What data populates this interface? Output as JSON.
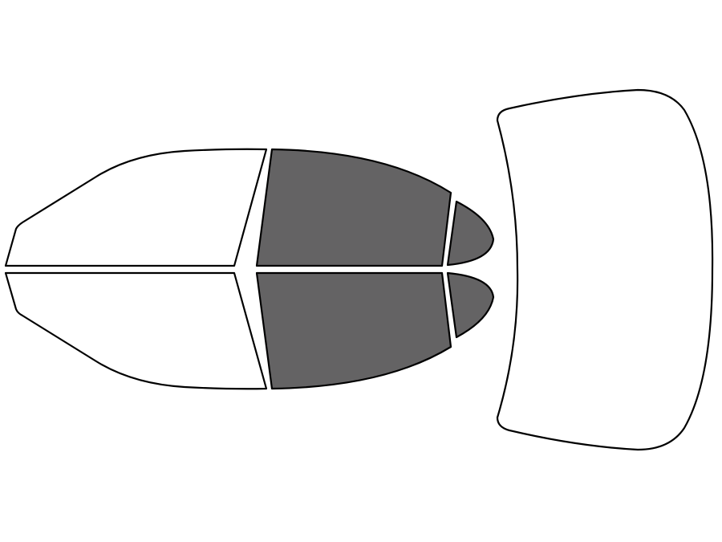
{
  "colors": {
    "background": "#ffffff",
    "outline": "#000000",
    "clear": "#ffffff",
    "tinted": "#646364"
  },
  "windows": [
    {
      "id": "front-windshield",
      "tinted": false
    },
    {
      "id": "front-door-top",
      "tinted": false
    },
    {
      "id": "front-door-bottom",
      "tinted": false
    },
    {
      "id": "rear-door-top",
      "tinted": true
    },
    {
      "id": "rear-door-bottom",
      "tinted": true
    },
    {
      "id": "quarter-glass-top",
      "tinted": true
    },
    {
      "id": "quarter-glass-bottom",
      "tinted": true
    },
    {
      "id": "rear-windshield",
      "tinted": false
    }
  ]
}
